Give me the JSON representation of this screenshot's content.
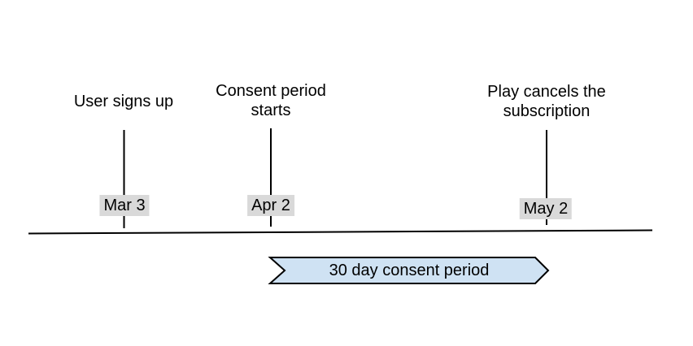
{
  "diagram": {
    "type": "timeline",
    "events": [
      {
        "label": "User signs up",
        "date": "Mar 3"
      },
      {
        "label": "Consent period starts",
        "date": "Apr 2"
      },
      {
        "label": "Play cancels the subscription",
        "date": "May 2"
      }
    ],
    "banner": {
      "label": "30 day consent period"
    },
    "colors": {
      "background": "#ffffff",
      "line": "#000000",
      "text": "#000000",
      "date_badge_bg": "#d9d9d9",
      "banner_fill": "#cfe2f3",
      "banner_stroke": "#000000"
    }
  }
}
